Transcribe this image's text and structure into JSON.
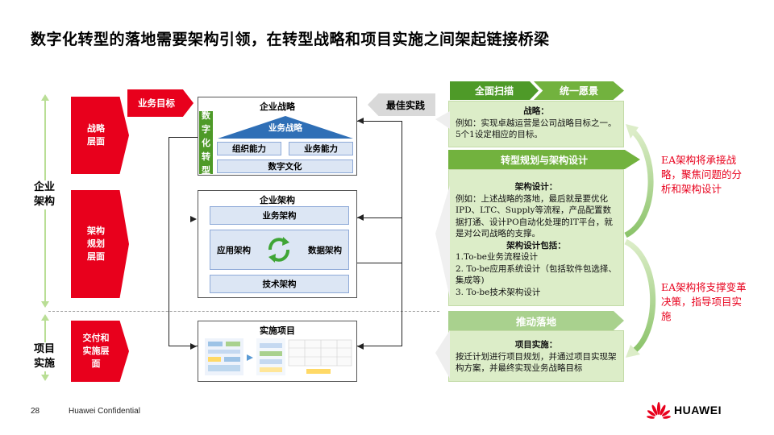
{
  "title": "数字化转型的落地需要架构引领，在转型战略和项目实施之间架起链接桥梁",
  "axis": {
    "enterprise": "企业架构",
    "project": "项目实施"
  },
  "levels": [
    {
      "label": "战略层面"
    },
    {
      "label": "架构规划层面"
    },
    {
      "label": "交付和实施层面"
    }
  ],
  "arrows": {
    "business_goal": "业务目标",
    "best_practice": "最佳实践"
  },
  "strategy_box": {
    "title": "企业战略",
    "digital_transformation": "数字化转型",
    "business_strategy": "业务战略",
    "org_capability": "组织能力",
    "business_capability": "业务能力",
    "digital_culture": "数字文化"
  },
  "architecture_box": {
    "title": "企业架构",
    "business_arch": "业务架构",
    "application_arch": "应用架构",
    "data_arch": "数据架构",
    "technology_arch": "技术架构"
  },
  "project_box": {
    "title": "实施项目"
  },
  "right": {
    "scan_label": "全面扫描",
    "vision_label": "统一愿景",
    "strategy_panel": {
      "title": "战略：",
      "body": "例如：实现卓越运营是公司战略目标之一。5个1设定相应的目标。"
    },
    "planning_label": "转型规划与架构设计",
    "design_panel": {
      "title": "架构设计：",
      "body": "例如：上述战略的落地，最后就是要优化IPD、LTC、Supply等流程，产品配置数据打通、设计PO自动化处理的IT平台，就是对公司战略的支撑。",
      "includes_title": "架构设计包括：",
      "items": [
        "1.To-be业务流程设计",
        "2. To-be应用系统设计（包括软件包选择、集成等)",
        "3. To-be技术架构设计"
      ]
    },
    "implement_label": "推动落地",
    "impl_panel": {
      "title": "项目实施：",
      "body": "按迁计划进行项目规划，并通过项目实现架构方案，并最终实现业务战略目标"
    }
  },
  "ea_notes": {
    "note1": "EA架构将承接战略，聚焦问题的分析和架构设计",
    "note2": "EA架构将支撑变革决策，指导项目实施"
  },
  "footer": {
    "page": "28",
    "confidential": "Huawei Confidential",
    "brand": "HUAWEI"
  },
  "colors": {
    "red": "#e8001c",
    "green_dark": "#4e9a28",
    "green_light": "#dcedc8",
    "blue_light": "#dce6f4"
  }
}
